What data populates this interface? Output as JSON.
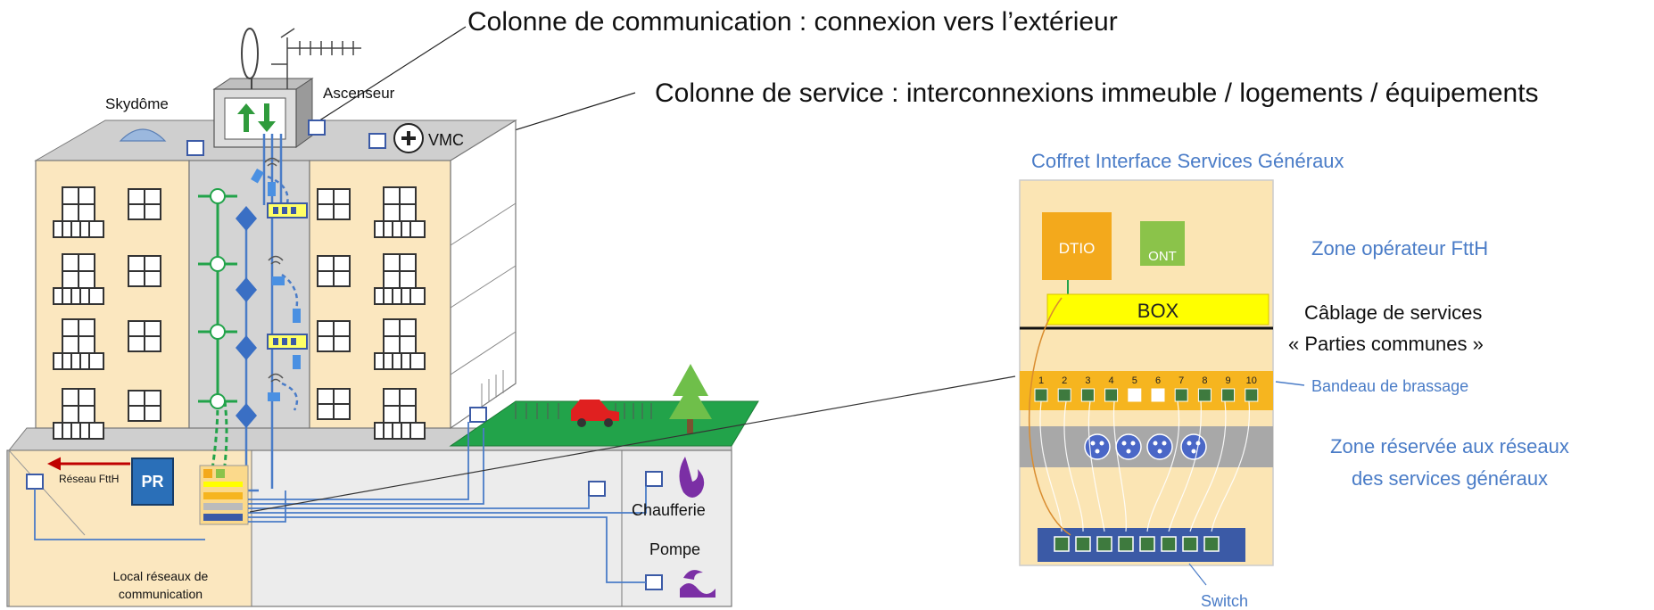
{
  "headers": {
    "communication_column": "Colonne de communication : connexion vers l’extérieur",
    "service_column": "Colonne de service : interconnexions immeuble / logements / équipements"
  },
  "building": {
    "skydome": "Skydôme",
    "elevator": "Ascenseur",
    "vmc": "VMC",
    "ftth_network": "Réseau FttH",
    "pr": "PR",
    "boiler_room": "Chaufferie",
    "pump": "Pompe",
    "local_label_line1": "Local réseaux de",
    "local_label_line2": "communication"
  },
  "cabinet": {
    "title": "Coffret Interface Services Généraux",
    "dtio": "DTIO",
    "ont": "ONT",
    "box": "BOX",
    "zone_ftth": "Zone opérateur FttH",
    "cabling_line1": "Câblage de services",
    "cabling_line2": "« Parties communes »",
    "patch_panel": "Bandeau de brassage",
    "reserved_line1": "Zone réservée aux réseaux",
    "reserved_line2": "des services généraux",
    "switch": "Switch",
    "port_numbers": [
      "1",
      "2",
      "3",
      "4",
      "5",
      "6",
      "7",
      "8",
      "9",
      "10"
    ]
  },
  "colors": {
    "facade": "#fbe7bf",
    "stairwell": "#d4d4d4",
    "green_line": "#22a34a",
    "blue_line": "#4a7cc7",
    "diamond": "#3a6fc4",
    "cabinet_bg": "#fbd98b",
    "dtio": "#f3a91c",
    "ont": "#8bc34a",
    "box": "#ffff00",
    "patch": "#f6b51f",
    "reserved": "#a8a8a8",
    "switch": "#3b5aa6",
    "label_blue": "#4a7cc7",
    "purple": "#7b2fa5",
    "ftth_arrow": "#c00000"
  }
}
